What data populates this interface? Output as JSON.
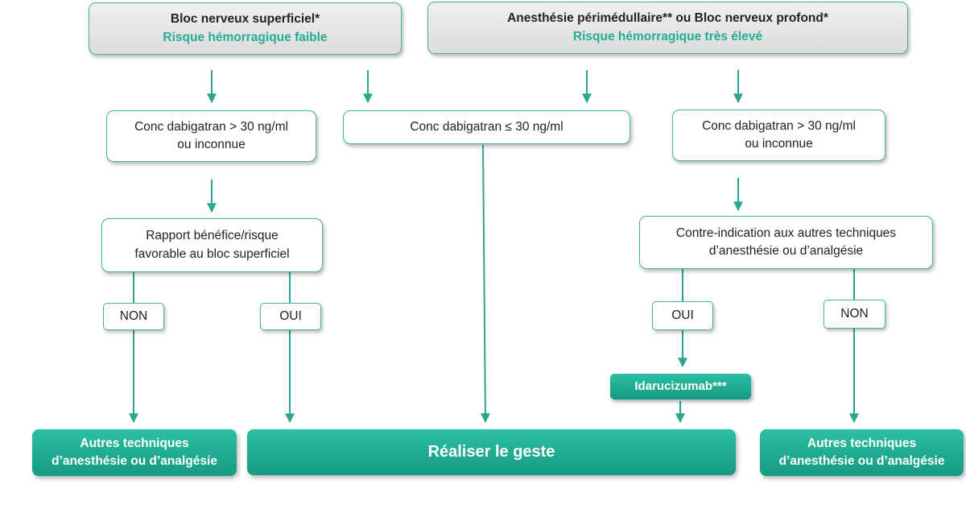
{
  "headers": {
    "left": {
      "title": "Bloc nerveux superficiel*",
      "risk": "Risque hémorragique faible"
    },
    "right": {
      "title": "Anesthésie périmédullaire** ou Bloc nerveux profond*",
      "risk": "Risque hémorragique très élevé"
    }
  },
  "conditions": {
    "left_high": {
      "line1": "Conc dabigatran > 30 ng/ml",
      "line2": "ou inconnue"
    },
    "center_low": {
      "line1": "Conc dabigatran ≤ 30 ng/ml"
    },
    "right_high": {
      "line1": "Conc dabigatran > 30 ng/ml",
      "line2": "ou inconnue"
    }
  },
  "questions": {
    "left": {
      "line1": "Rapport bénéfice/risque",
      "line2": "favorable au bloc superficiel"
    },
    "right": {
      "line1": "Contre-indication aux autres techniques",
      "line2": "d’anesthésie ou d’analgésie"
    }
  },
  "tags": {
    "left_non": "NON",
    "left_oui": "OUI",
    "right_oui": "OUI",
    "right_non": "NON"
  },
  "reversal": {
    "label": "Idarucizumab***"
  },
  "outcomes": {
    "left": {
      "line1": "Autres techniques",
      "line2": "d’anesthésie ou d’analgésie"
    },
    "center": {
      "label": "Réaliser le geste"
    },
    "right": {
      "line1": "Autres techniques",
      "line2": "d’anesthésie ou d’analgésie"
    }
  },
  "colors": {
    "accent": "#25ad93",
    "connector": "#2aa68e",
    "header_bg": "#e3e3e3",
    "outcome_bg": "#1fae94"
  }
}
